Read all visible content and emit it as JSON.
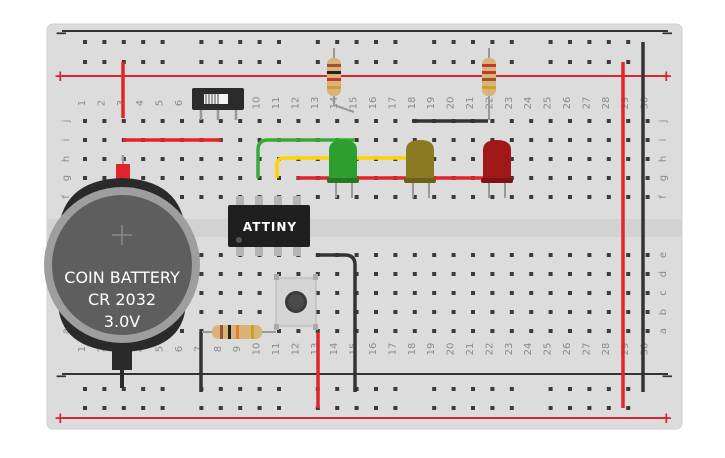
{
  "breadboard": {
    "rails": {
      "minus": "−",
      "plus": "+"
    },
    "row_letters_top": [
      "j",
      "i",
      "h",
      "g",
      "f"
    ],
    "row_letters_bottom": [
      "e",
      "d",
      "c",
      "b",
      "a"
    ],
    "column_numbers": [
      "1",
      "2",
      "3",
      "4",
      "5",
      "6",
      "7",
      "8",
      "9",
      "10",
      "11",
      "12",
      "13",
      "14",
      "15",
      "16",
      "17",
      "18",
      "19",
      "20",
      "21",
      "22",
      "23",
      "24",
      "25",
      "26",
      "27",
      "28",
      "29",
      "30"
    ]
  },
  "battery": {
    "line1": "COIN BATTERY",
    "line2": "CR 2032",
    "line3": "3.0V"
  },
  "chip": {
    "label": "ATTINY"
  },
  "colors": {
    "board": "#dcdcdc",
    "hole": "#3a3a3a",
    "rail_red": "#d9262c",
    "rail_black": "#333333",
    "wire_red": "#e1252b",
    "wire_green": "#39a935",
    "wire_yellow": "#ffd200",
    "wire_black": "#333333",
    "led_green": "#2e9e2e",
    "led_yellow": "#8a7a22",
    "led_red": "#a01818",
    "resistor_body": "#d8b47a",
    "chip_body": "#1f1f1f",
    "battery_body": "#9e9e9e",
    "battery_face": "#5e5e5e"
  },
  "components": [
    "coin-battery",
    "slide-switch",
    "attiny-chip",
    "push-button",
    "green-led",
    "yellow-led",
    "red-led",
    "resistor-top-left",
    "resistor-top-right",
    "resistor-bottom"
  ]
}
